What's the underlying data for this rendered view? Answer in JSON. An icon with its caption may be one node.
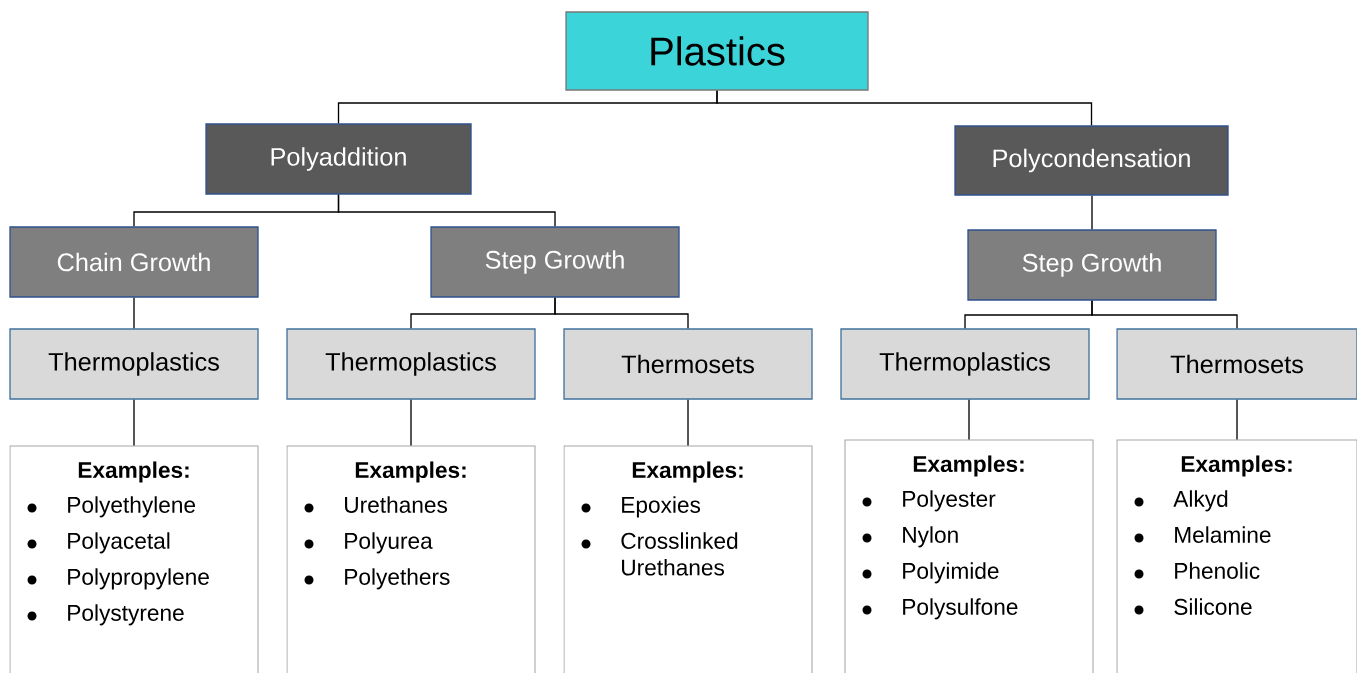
{
  "diagram": {
    "nodes": [
      {
        "text": [
          "Plastics"
        ]
      },
      {
        "text": [
          "Polyaddition"
        ]
      },
      {
        "text": [
          "Polycondensation"
        ]
      },
      {
        "text": [
          "Chain Growth"
        ]
      },
      {
        "text": [
          "Step Growth"
        ]
      },
      {
        "text": [
          "Step Growth"
        ]
      },
      {
        "text": [
          "Thermoplastics"
        ]
      },
      {
        "text": [
          "Thermoplastics"
        ]
      },
      {
        "text": [
          "Thermosets"
        ]
      },
      {
        "text": [
          "Thermoplastics"
        ]
      },
      {
        "text": [
          "Thermosets"
        ]
      },
      {
        "text": [
          "Examples:",
          "Polyethylene",
          "Polyacetal",
          "Polypropylene",
          "Polystyrene"
        ]
      },
      {
        "text": [
          "Examples:",
          "Urethanes",
          "Polyurea",
          "Polyethers"
        ]
      },
      {
        "text": [
          "Examples:",
          "Epoxies",
          "Crosslinked Urethanes"
        ]
      },
      {
        "text": [
          "Examples:",
          "Polyester",
          "Nylon",
          "Polyimide",
          "Polysulfone"
        ]
      },
      {
        "text": [
          "Examples:",
          "Alkyd",
          "Melamine",
          "Phenolic",
          "Silicone"
        ]
      }
    ],
    "edges": [
      {
        "from": 0,
        "to": 1,
        "arrow": "none"
      },
      {
        "from": 0,
        "to": 2,
        "arrow": "none"
      },
      {
        "from": 1,
        "to": 3,
        "arrow": "none"
      },
      {
        "from": 1,
        "to": 4,
        "arrow": "none"
      },
      {
        "from": 2,
        "to": 5,
        "arrow": "none"
      },
      {
        "from": 3,
        "to": 6,
        "arrow": "none"
      },
      {
        "from": 4,
        "to": 7,
        "arrow": "none"
      },
      {
        "from": 4,
        "to": 8,
        "arrow": "none"
      },
      {
        "from": 5,
        "to": 9,
        "arrow": "none"
      },
      {
        "from": 5,
        "to": 10,
        "arrow": "none"
      },
      {
        "from": 6,
        "to": 11,
        "arrow": "none"
      },
      {
        "from": 7,
        "to": 12,
        "arrow": "none"
      },
      {
        "from": 8,
        "to": 13,
        "arrow": "none"
      },
      {
        "from": 9,
        "to": 14,
        "arrow": "none"
      },
      {
        "from": 10,
        "to": 15,
        "arrow": "none"
      }
    ]
  }
}
